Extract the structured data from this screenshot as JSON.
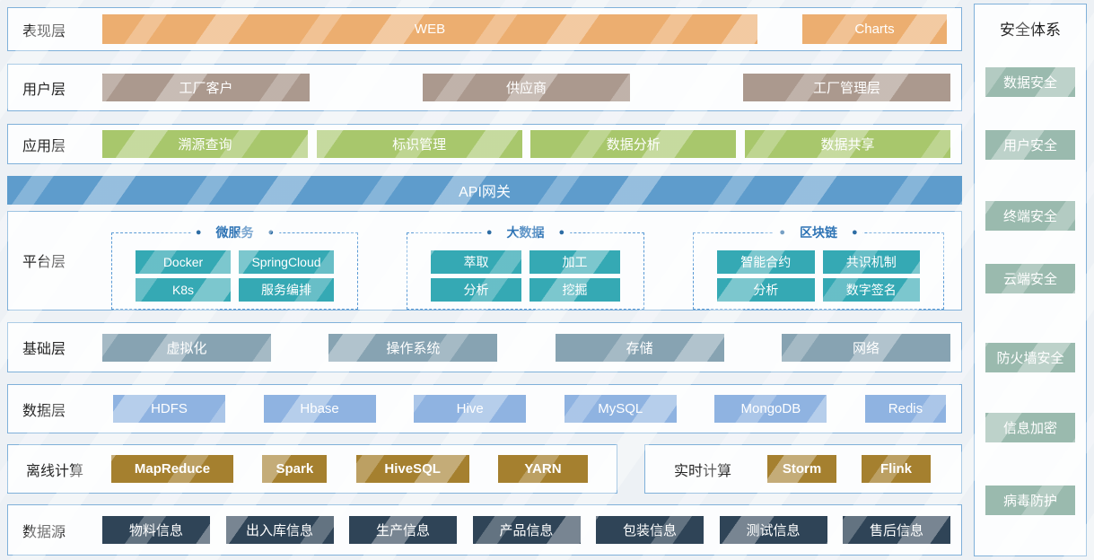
{
  "colors": {
    "row_border": "#7fb0d9",
    "page_background": "#edf1f5",
    "panel_background": "#fcfdfe",
    "presentation_orange": "#ecae70",
    "user_taupe": "#ab998e",
    "application_green": "#a8c76c",
    "api_gateway_blue": "#5e9ccc",
    "platform_teal": "#35a9b4",
    "infrastructure_slate": "#87a3b2",
    "data_layer_blue": "#8fb3e1",
    "compute_gold": "#a5802f",
    "datasource_navy": "#2f4457",
    "security_sage": "#9abaae",
    "group_title_blue": "#2e74b5",
    "dashed_border_blue": "#5b9bd5"
  },
  "icons": {
    "group_dot": "●"
  },
  "rows": {
    "presentation": {
      "label": "表现层",
      "items": [
        "WEB",
        "Charts"
      ]
    },
    "user": {
      "label": "用户层",
      "items": [
        "工厂客户",
        "供应商",
        "工厂管理层"
      ]
    },
    "application": {
      "label": "应用层",
      "items": [
        "溯源查询",
        "标识管理",
        "数据分析",
        "数据共享"
      ]
    },
    "gateway": {
      "label": "API网关"
    },
    "platform": {
      "label": "平台层",
      "groups": [
        {
          "title": "微服务",
          "items": [
            "Docker",
            "SpringCloud",
            "K8s",
            "服务编排"
          ]
        },
        {
          "title": "大数据",
          "items": [
            "萃取",
            "加工",
            "分析",
            "挖掘"
          ]
        },
        {
          "title": "区块链",
          "items": [
            "智能合约",
            "共识机制",
            "分析",
            "数字签名"
          ]
        }
      ]
    },
    "infrastructure": {
      "label": "基础层",
      "items": [
        "虚拟化",
        "操作系统",
        "存储",
        "网络"
      ]
    },
    "data": {
      "label": "数据层",
      "items": [
        "HDFS",
        "Hbase",
        "Hive",
        "MySQL",
        "MongoDB",
        "Redis"
      ]
    },
    "offline": {
      "label": "离线计算",
      "items": [
        "MapReduce",
        "Spark",
        "HiveSQL",
        "YARN"
      ]
    },
    "realtime": {
      "label": "实时计算",
      "items": [
        "Storm",
        "Flink"
      ]
    },
    "datasource": {
      "label": "数据源",
      "items": [
        "物料信息",
        "出入库信息",
        "生产信息",
        "产品信息",
        "包装信息",
        "测试信息",
        "售后信息"
      ]
    }
  },
  "sidebar": {
    "title": "安全体系",
    "items": [
      "数据安全",
      "用户安全",
      "终端安全",
      "云端安全",
      "防火墙安全",
      "信息加密",
      "病毒防护"
    ]
  }
}
